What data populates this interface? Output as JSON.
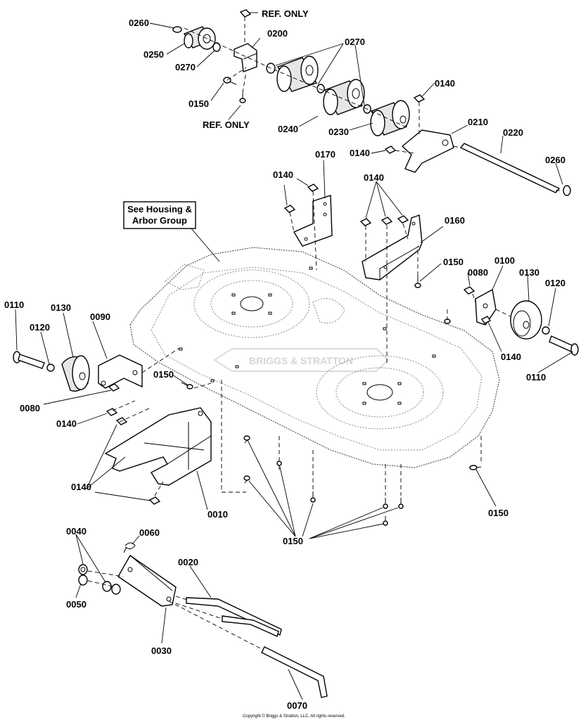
{
  "callout_box": {
    "line1": "See Housing &",
    "line2": "Arbor Group"
  },
  "ref_only": "REF. ONLY",
  "part_numbers": {
    "p0010": "0010",
    "p0020": "0020",
    "p0030": "0030",
    "p0040": "0040",
    "p0050": "0050",
    "p0060": "0060",
    "p0070": "0070",
    "p0080": "0080",
    "p0090": "0090",
    "p0100": "0100",
    "p0110": "0110",
    "p0120": "0120",
    "p0130": "0130",
    "p0140": "0140",
    "p0150": "0150",
    "p0160": "0160",
    "p0170": "0170",
    "p0200": "0200",
    "p0210": "0210",
    "p0220": "0220",
    "p0230": "0230",
    "p0240": "0240",
    "p0250": "0250",
    "p0260": "0260",
    "p0270": "0270"
  },
  "watermark": "BRIGGS & STRATTON",
  "copyright": "Copyright © Briggs & Stratton, LLC. All rights reserved."
}
